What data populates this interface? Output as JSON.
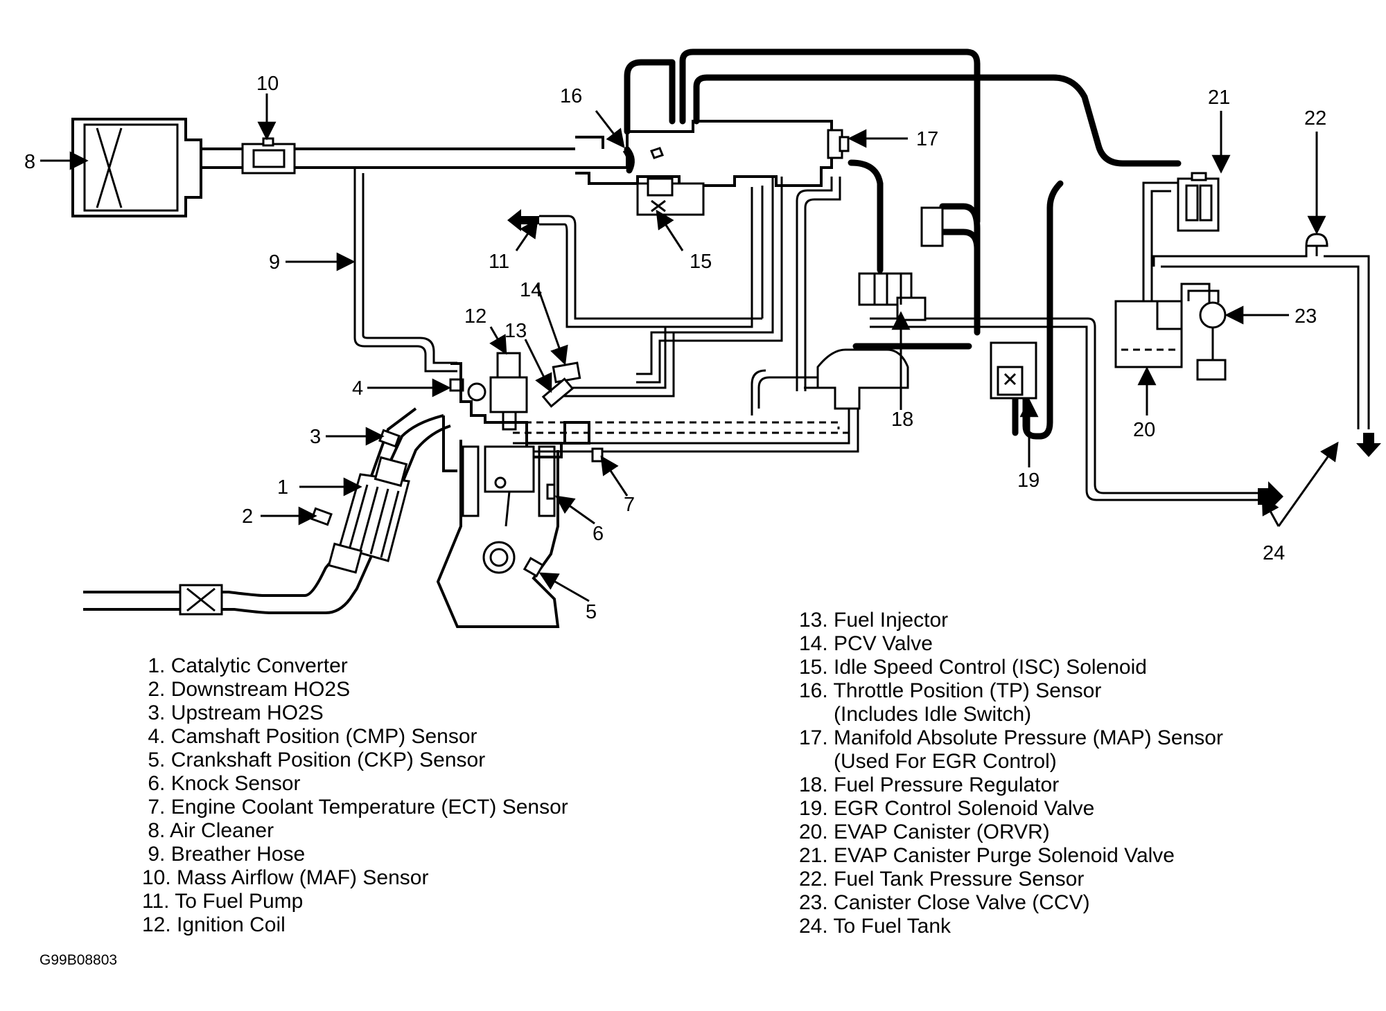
{
  "callouts": {
    "c1": "1",
    "c2": "2",
    "c3": "3",
    "c4": "4",
    "c5": "5",
    "c6": "6",
    "c7": "7",
    "c8": "8",
    "c9": "9",
    "c10": "10",
    "c11": "11",
    "c12": "12",
    "c13": "13",
    "c14": "14",
    "c15": "15",
    "c16": "16",
    "c17": "17",
    "c18": "18",
    "c19": "19",
    "c20": "20",
    "c21": "21",
    "c22": "22",
    "c23": "23",
    "c24": "24"
  },
  "legend_left": [
    " 1. Catalytic Converter",
    " 2. Downstream HO2S",
    " 3. Upstream HO2S",
    " 4. Camshaft Position (CMP) Sensor",
    " 5. Crankshaft Position (CKP) Sensor",
    " 6. Knock Sensor",
    " 7. Engine Coolant Temperature (ECT) Sensor",
    " 8. Air Cleaner",
    " 9. Breather Hose",
    "10. Mass Airflow (MAF) Sensor",
    "11. To Fuel Pump",
    "12. Ignition Coil"
  ],
  "legend_right": [
    "13. Fuel Injector",
    "14. PCV Valve",
    "15. Idle Speed Control (ISC) Solenoid",
    "16. Throttle Position (TP) Sensor",
    "      (Includes Idle Switch)",
    "17. Manifold Absolute Pressure (MAP) Sensor",
    "      (Used For EGR Control)",
    "18. Fuel Pressure Regulator",
    "19. EGR Control Solenoid Valve",
    "20. EVAP Canister (ORVR)",
    "21. EVAP Canister Purge Solenoid Valve",
    "22. Fuel Tank Pressure Sensor",
    "23. Canister Close Valve (CCV)",
    "24. To Fuel Tank"
  ],
  "figure_code": "G99B08803"
}
